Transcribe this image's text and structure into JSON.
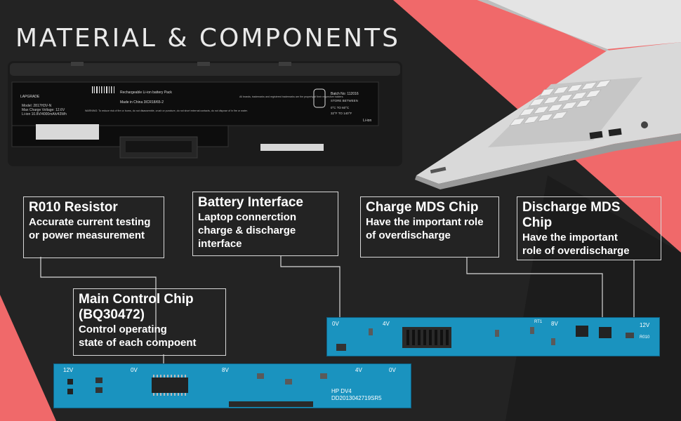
{
  "title": "MATERIAL & COMPONENTS",
  "colors": {
    "background": "#232323",
    "accent": "#f0696a",
    "pcb": "#1a93bf",
    "label_border": "#d8d8d8"
  },
  "battery_label": {
    "brand": "LAPGRADE",
    "model": "Model: 2817H3V-N",
    "max_charge": "Max Charge Voltage: 12.6V",
    "spec": "Li-ion  10.8V/4000mAh/43Wh",
    "type": "Rechargeable Li-ion battery Pack",
    "made_in": "Made in China 3ICR18/65-2",
    "warning": "WARNING: To reduce risk of fire or burns, do not disassemble, crush or puncture, do not short external contacts, do not dispose of in fire or water.",
    "trademark": "All brands, trademarks and registered trademarks are the property of their respective holders.",
    "batch": "Batch No: 112016",
    "store_between": "STORE BETWEEN",
    "temp_c": "0°C  TO  60°C",
    "temp_f": "32°F  TO  140°F",
    "li_ion": "Li-ion"
  },
  "callouts": {
    "r010": {
      "heading": "R010 Resistor",
      "body": [
        "Accurate current testing",
        "or power measurement"
      ]
    },
    "battery_interface": {
      "heading": "Battery Interface",
      "body": [
        "Laptop connerction",
        "charge & discharge",
        "interface"
      ]
    },
    "charge_mds": {
      "heading": "Charge MDS Chip",
      "body": [
        "Have the important role",
        "of overdischarge"
      ]
    },
    "discharge_mds": {
      "heading": "Discharge MDS Chip",
      "body": [
        "Have the important",
        "role of overdischarge"
      ]
    },
    "main_control": {
      "heading": "Main Control Chip (BQ30472)",
      "body": [
        "Control operating",
        "state of each compoent"
      ]
    }
  },
  "pcb_top": {
    "labels": [
      "0V",
      "4V",
      "8V",
      "12V",
      "R010",
      "RT1"
    ]
  },
  "pcb_bottom": {
    "labels": [
      "12V",
      "0V",
      "8V",
      "4V",
      "0V",
      "HP DV4",
      "DD2013042719SR5"
    ]
  }
}
